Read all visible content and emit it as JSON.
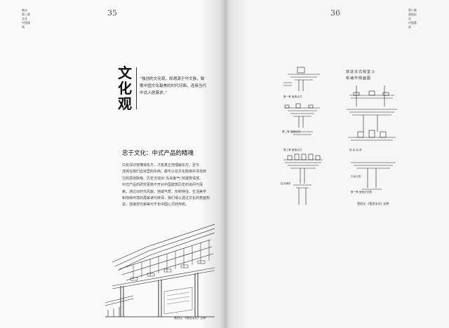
{
  "left_page": {
    "side_note": [
      "概论",
      "第三章 文化",
      "中国建筑"
    ],
    "page_number": "35",
    "title_chars": [
      "文",
      "化",
      "观"
    ],
    "quote_lines": [
      "“独创的文化观，即溯源于华文脉，致",
      "敬中国文化最美的时代切面，连接当代",
      "中式人居需求。”"
    ],
    "subtitle": "忠于文化：中式产品的精魂",
    "body_lines": [
      "只有深切地懂得东方，才能真正地理解东方。至今",
      "流淌在我们血液里的东西，都可以在文化脉络中寻找到",
      "它的源流脉络。历史沉淀出“东来紫气”的建筑情境。",
      "中式产品的研究更离不开对中国建筑历史的追问与探",
      "索。通过对时代风貌、地域气质、形制特征、生活美学",
      "和地缘环境的再解读与转译，我们得以透过文化的表面构",
      "造，连接现代审美与千年中国心灵的传统。"
    ],
    "caption": "营造法 《营造法式》注释"
  },
  "right_page": {
    "side_note": [
      "第二章",
      "建筑形式",
      "中国营造"
    ],
    "page_number": "36",
    "plate_title": [
      "營造法式殿堂斗",
      "栱铺作侧面图"
    ],
    "annotations": [
      "第一等 营造法式",
      "第二等 营造法式",
      "第三等 营造法式",
      "前 后 后 前",
      "柱头铺作",
      "平身斗栱",
      "第一等 营造法式图"
    ],
    "caption": "营造法 《营造法式》注释"
  }
}
